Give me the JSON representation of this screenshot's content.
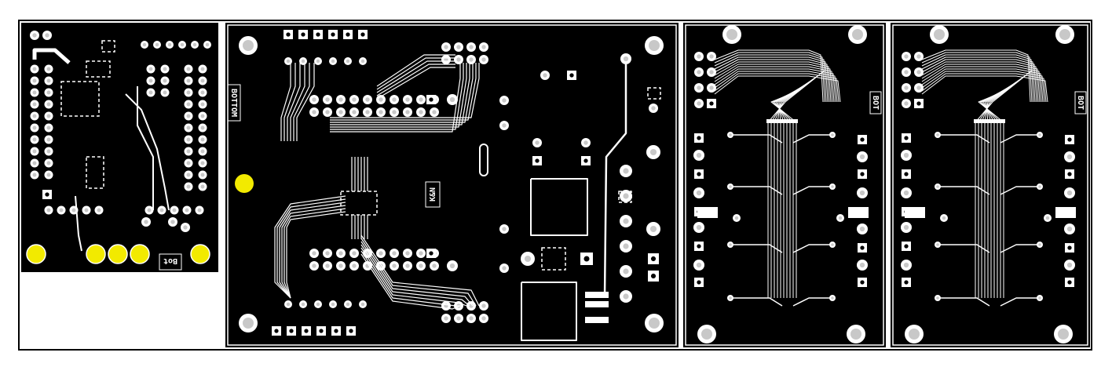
{
  "colors": {
    "board": "#000000",
    "copper": "#ffffff",
    "background": "#ffffff",
    "drill": "#c8c8c8",
    "highlight_pad": "#f2ea00"
  },
  "boards": [
    {
      "id": "left-module",
      "silkscreen": "Bot"
    },
    {
      "id": "main-board",
      "silkscreen": [
        "BOTTOM",
        "K&N"
      ]
    },
    {
      "id": "segment-board-1",
      "silkscreen": "BOT"
    },
    {
      "id": "segment-board-2",
      "silkscreen": "BOT"
    }
  ]
}
